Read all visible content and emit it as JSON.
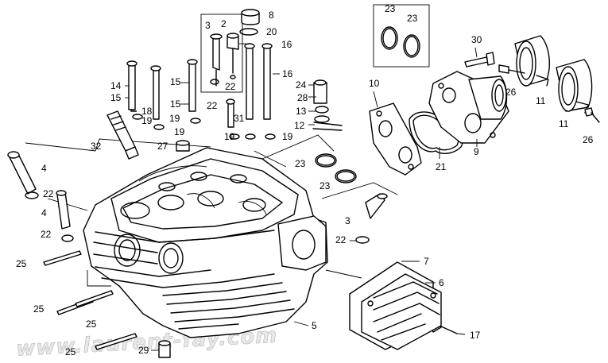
{
  "watermark": "www.laurent-fay.com",
  "labels": {
    "l23a": "23",
    "l23b": "23",
    "l8": "8",
    "l2": "2",
    "l3a": "3",
    "l20": "20",
    "l16a": "16",
    "l30": "30",
    "l16b": "16",
    "l14": "14",
    "l15a": "15",
    "l15b": "15",
    "l22a": "22",
    "l24": "24",
    "l10": "10",
    "l28": "28",
    "l15c": "15",
    "l22b": "22",
    "l13": "13",
    "l18": "18",
    "l19a": "19",
    "l19b": "19",
    "l31": "31",
    "l12": "12",
    "l26a": "26",
    "l11a": "11",
    "l19c": "19",
    "l19d": "19",
    "l19e": "19",
    "l27": "27",
    "l32": "32",
    "l11b": "11",
    "l9": "9",
    "l26b": "26",
    "l23c": "23",
    "l23d": "23",
    "l21": "21",
    "l4a": "4",
    "l22c": "22",
    "l4b": "4",
    "l3b": "3",
    "l22d": "22",
    "l22e": "22",
    "l25a": "25",
    "l7": "7",
    "l6": "6",
    "l25b": "25",
    "l25c": "25",
    "l5": "5",
    "l17": "17",
    "l25d": "25",
    "l29": "29"
  }
}
